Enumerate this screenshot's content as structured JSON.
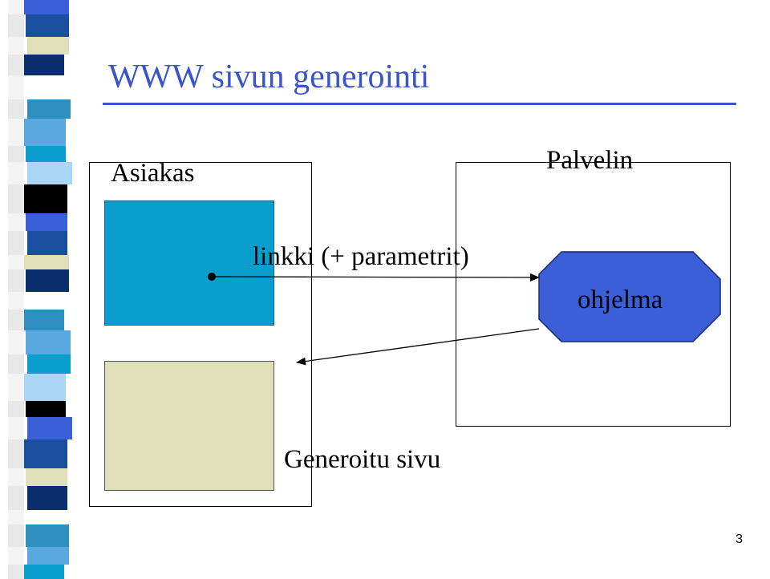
{
  "title": "WWW sivun generointi",
  "client": {
    "label": "Asiakas"
  },
  "server": {
    "label": "Palvelin"
  },
  "program": {
    "label": "ohjelma"
  },
  "link": {
    "label": "linkki (+ parametrit)"
  },
  "generated": {
    "label": "Generoitu sivu"
  },
  "page_number": "3",
  "colors": {
    "title": "#3a55c8",
    "page_block": "#0a9ecc",
    "generated_block": "#e0e0b8",
    "program_shape": "#3a5fd6"
  }
}
